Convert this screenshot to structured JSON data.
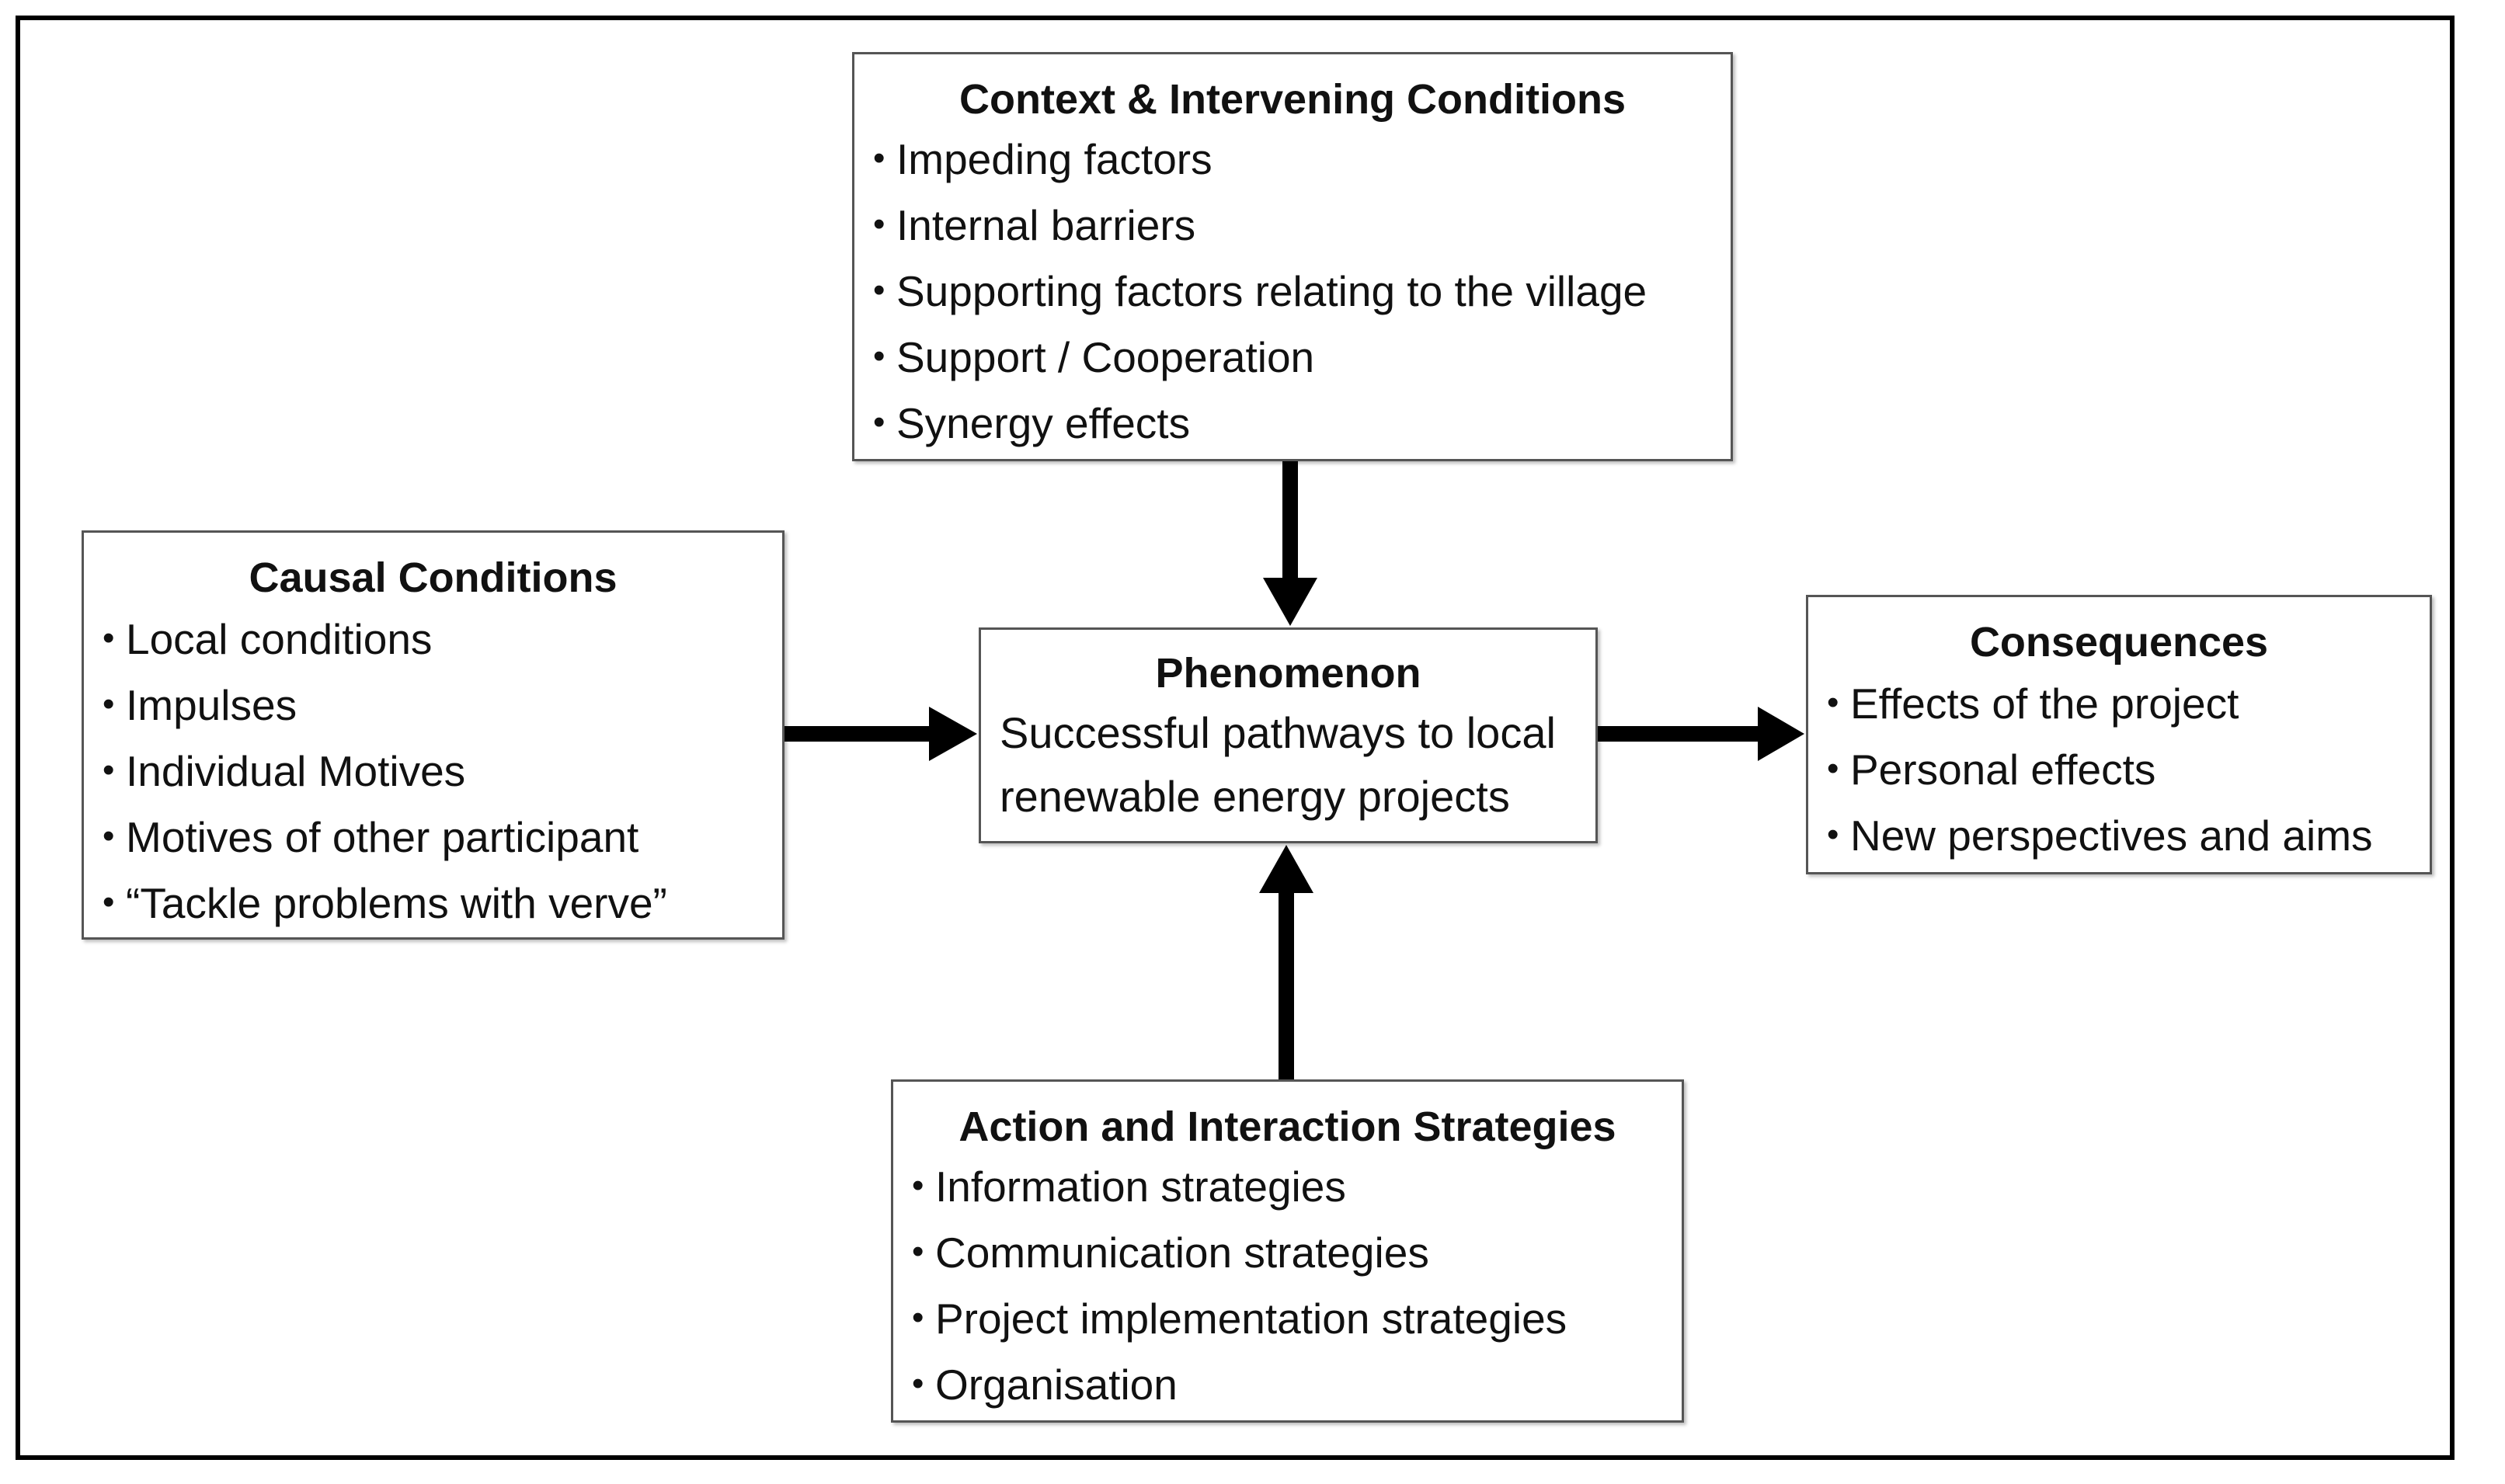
{
  "context": {
    "title": "Context & Intervening Conditions",
    "items": [
      "Impeding factors",
      "Internal barriers",
      "Supporting factors relating to the village",
      "Support / Cooperation",
      "Synergy effects"
    ]
  },
  "causal": {
    "title": "Causal Conditions",
    "items": [
      "Local conditions",
      "Impulses",
      "Individual Motives",
      "Motives of other participant",
      "“Tackle problems with verve”"
    ]
  },
  "phenomenon": {
    "title": "Phenomenon",
    "line1": "Successful pathways to local",
    "line2": "renewable energy projects"
  },
  "consequences": {
    "title": "Consequences",
    "items": [
      "Effects of the project",
      "Personal effects",
      "New perspectives and aims"
    ]
  },
  "action": {
    "title": "Action and Interaction Strategies",
    "items": [
      "Information strategies",
      "Communication strategies",
      "Project implementation strategies",
      "Organisation"
    ]
  },
  "bullet_symbol": "•",
  "colors": {
    "arrow": "#000000",
    "box_border": "#555555",
    "frame_border": "#000000"
  }
}
